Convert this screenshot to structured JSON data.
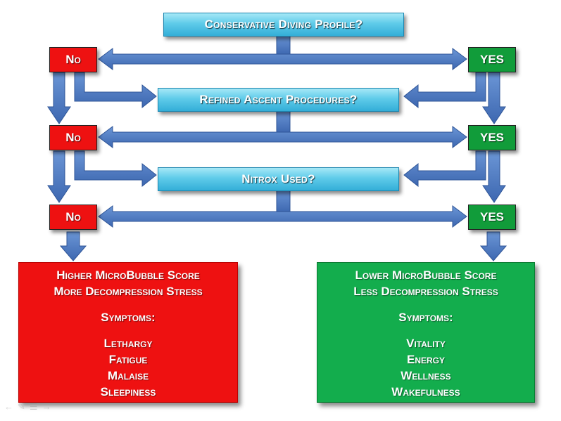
{
  "questions": {
    "q1": "Conservative Diving Profile?",
    "q2": "Refined Ascent Procedures?",
    "q3": "Nitrox Used?"
  },
  "answers": {
    "no": "No",
    "yes": "YES"
  },
  "outcomes": {
    "negative": {
      "line1": "Higher MicroBubble Score",
      "line2": "More Decompression Stress",
      "symptoms_label": "Symptoms:",
      "symptoms": [
        "Lethargy",
        "Fatigue",
        "Malaise",
        "Sleepiness"
      ]
    },
    "positive": {
      "line1": "Lower MicroBubble Score",
      "line2": "Less Decompression Stress",
      "symptoms_label": "Symptoms:",
      "symptoms": [
        "Vitality",
        "Energy",
        "Wellness",
        "Wakefulness"
      ]
    }
  },
  "colors": {
    "question_box": "#5fcbe9",
    "no": "#ee1111",
    "yes": "#119c3a",
    "arrow": "#4a79c4"
  },
  "icons": [
    "prev-slide-icon",
    "pen-icon",
    "menu-icon",
    "next-slide-icon"
  ]
}
